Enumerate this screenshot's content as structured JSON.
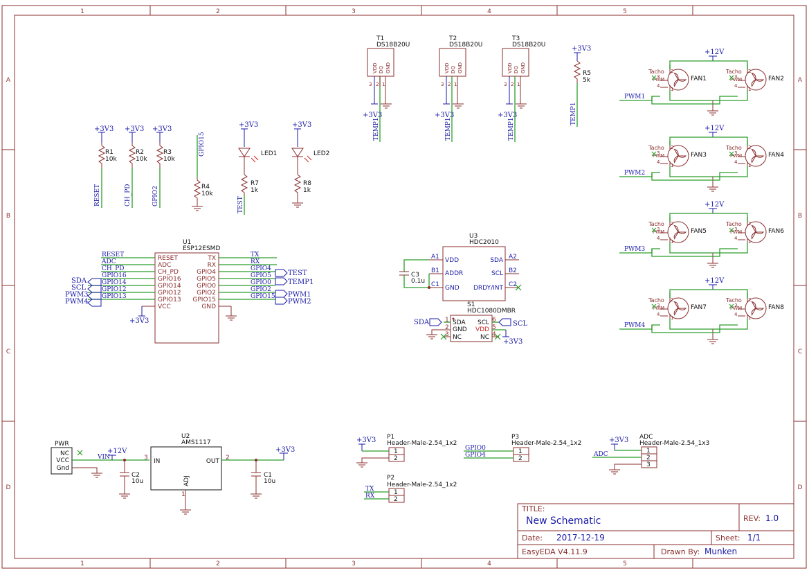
{
  "frame": {
    "col_labels": [
      "1",
      "2",
      "3",
      "4",
      "5"
    ],
    "row_labels": [
      "A",
      "B",
      "C",
      "D"
    ]
  },
  "title_block": {
    "title_label": "TITLE:",
    "title": "New Schematic",
    "rev_label": "REV:",
    "rev": "1.0",
    "date_label": "Date:",
    "date": "2017-12-19",
    "sheet_label": "Sheet:",
    "sheet": "1/1",
    "tool": "EasyEDA V4.11.9",
    "drawn_label": "Drawn By:",
    "drawn_by": "Munken"
  },
  "nets": {
    "v33": "+3V3",
    "v12": "+12V",
    "reset": "RESET",
    "chpd": "CH_PD",
    "gpio2": "GPIO2",
    "gpio15": "GPIO15",
    "test": "TEST",
    "temp1": "TEMP1",
    "pwm1": "PWM1",
    "pwm2": "PWM2",
    "pwm3": "PWM3",
    "pwm4": "PWM4",
    "sda": "SDA",
    "scl": "SCL",
    "adc": "ADC",
    "vin": "VIN",
    "tx": "TX",
    "rx": "RX",
    "gpio0": "GPIO0",
    "gpio4": "GPIO4",
    "gpio5": "GPIO5",
    "gpio12": "GPIO12",
    "gpio13": "GPIO13",
    "gpio14": "GPIO14",
    "gpio16": "GPIO16"
  },
  "resistors": [
    {
      "ref": "R1",
      "val": "10k"
    },
    {
      "ref": "R2",
      "val": "10k"
    },
    {
      "ref": "R3",
      "val": "10k"
    },
    {
      "ref": "R4",
      "val": "10k"
    },
    {
      "ref": "R5",
      "val": "5k"
    },
    {
      "ref": "R7",
      "val": "1k"
    },
    {
      "ref": "R8",
      "val": "1k"
    }
  ],
  "leds": [
    "LED1",
    "LED2"
  ],
  "sensors": [
    {
      "ref": "T1",
      "part": "DS18B20U"
    },
    {
      "ref": "T2",
      "part": "DS18B20U"
    },
    {
      "ref": "T3",
      "part": "DS18B20U"
    }
  ],
  "sensor_pins": [
    "VDD",
    "DQ",
    "GND"
  ],
  "sensor_pin_nums": [
    "3",
    "2",
    "1"
  ],
  "u1": {
    "ref": "U1",
    "part": "ESP12ESMD",
    "left_pins": [
      "RESET",
      "ADC",
      "CH_PD",
      "GPIO16",
      "GPIO14",
      "GPIO12",
      "GPIO13",
      "VCC"
    ],
    "right_pins": [
      "TX",
      "RX",
      "GPIO4",
      "GPIO5",
      "GPIO0",
      "GPIO2",
      "GPIO15",
      "GND"
    ],
    "left_nets": [
      "RESET",
      "ADC",
      "CH_PD",
      "GPIO16",
      "GPIO14",
      "GPIO12",
      "GPIO13"
    ],
    "right_nets": [
      "TX",
      "RX",
      "GPIO4",
      "GPIO5",
      "GPIO0",
      "GPIO2",
      "GPIO15"
    ]
  },
  "u3": {
    "ref": "U3",
    "part": "HDC2010",
    "left_pins": [
      "VDD",
      "ADDR",
      "GND"
    ],
    "left_nums": [
      "A1",
      "B1",
      "C1"
    ],
    "right_pins": [
      "SDA",
      "SCL",
      "DRDY/INT"
    ],
    "right_nums": [
      "A2",
      "B2",
      "C2"
    ]
  },
  "c3": {
    "ref": "C3",
    "val": "0.1u"
  },
  "s1": {
    "ref": "S1",
    "part": "HDC1080DMBR",
    "left_pins": [
      "SDA",
      "GND",
      "NC"
    ],
    "left_nums": [
      "1",
      "2",
      "3"
    ],
    "right_pins": [
      "SCL",
      "VDD",
      "NC"
    ],
    "right_nums": [
      "6",
      "5",
      "4"
    ]
  },
  "fans": [
    {
      "a": "FAN1",
      "b": "FAN2",
      "pwm": "PWM1"
    },
    {
      "a": "FAN3",
      "b": "FAN4",
      "pwm": "PWM2"
    },
    {
      "a": "FAN5",
      "b": "FAN6",
      "pwm": "PWM3"
    },
    {
      "a": "FAN7",
      "b": "FAN8",
      "pwm": "PWM4"
    }
  ],
  "fan_pins": {
    "tacho": "Tacho",
    "pwm": "PWM",
    "n3": "3",
    "n4": "4",
    "n1": "1",
    "n2": "2"
  },
  "pwr": {
    "ref": "PWR",
    "pins": [
      "NC",
      "VCC",
      "Gnd"
    ]
  },
  "u2": {
    "ref": "U2",
    "part": "AMS1117",
    "in": "IN",
    "out": "OUT",
    "adj": "ADJ",
    "n1": "1",
    "n2": "2",
    "n3": "3"
  },
  "c1": {
    "ref": "C1",
    "val": "10u"
  },
  "c2": {
    "ref": "C2",
    "val": "10u"
  },
  "headers": [
    {
      "ref": "P1",
      "part": "Header-Male-2.54_1x2"
    },
    {
      "ref": "P2",
      "part": "Header-Male-2.54_1x2"
    },
    {
      "ref": "P3",
      "part": "Header-Male-2.54_1x2"
    },
    {
      "ref": "ADC",
      "part": "Header-Male-2.54_1x3"
    }
  ],
  "header_nums": [
    "1",
    "2",
    "3"
  ]
}
